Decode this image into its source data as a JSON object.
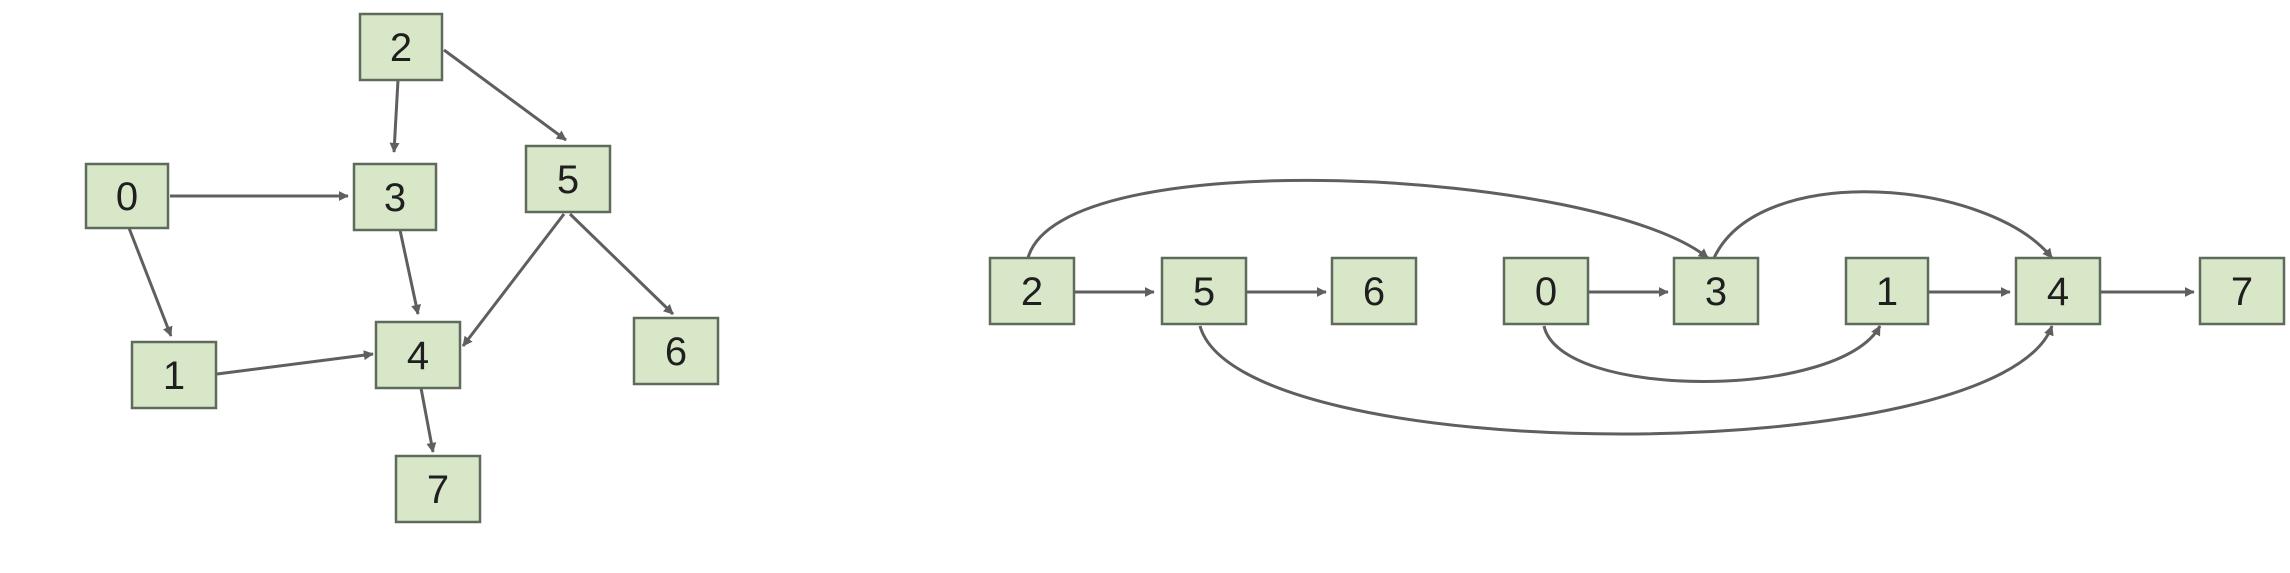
{
  "graphs": [
    {
      "id": "original-graph",
      "nodes": [
        "0",
        "1",
        "2",
        "3",
        "4",
        "5",
        "6",
        "7"
      ],
      "edges": [
        [
          "2",
          "3"
        ],
        [
          "2",
          "5"
        ],
        [
          "0",
          "3"
        ],
        [
          "0",
          "1"
        ],
        [
          "3",
          "4"
        ],
        [
          "1",
          "4"
        ],
        [
          "5",
          "4"
        ],
        [
          "5",
          "6"
        ],
        [
          "4",
          "7"
        ]
      ]
    },
    {
      "id": "topological-order",
      "nodes": [
        "2",
        "5",
        "6",
        "0",
        "3",
        "1",
        "4",
        "7"
      ],
      "edges": [
        [
          "2",
          "5"
        ],
        [
          "5",
          "6"
        ],
        [
          "0",
          "3"
        ],
        [
          "1",
          "4"
        ],
        [
          "4",
          "7"
        ],
        [
          "2",
          "3"
        ],
        [
          "3",
          "4"
        ],
        [
          "0",
          "1"
        ],
        [
          "5",
          "4"
        ]
      ]
    }
  ],
  "colors": {
    "node_fill": "#d9e7c9",
    "node_border": "#5f6b5a",
    "edge": "#5f5f5f"
  }
}
